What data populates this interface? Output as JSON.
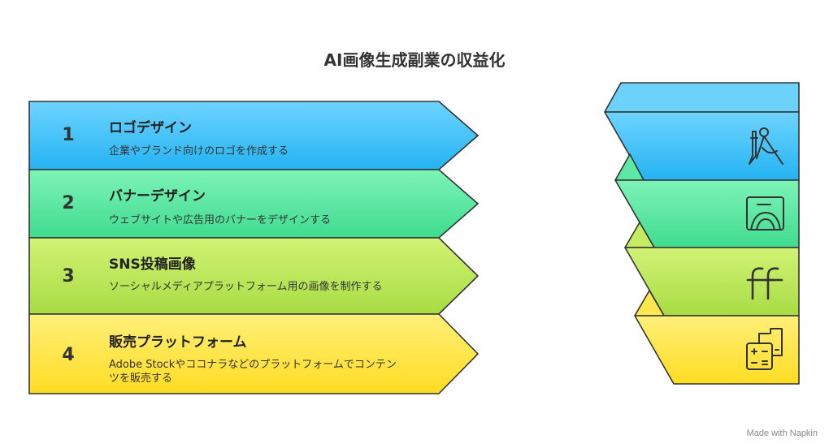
{
  "title": "AI画像生成副業の収益化",
  "items": [
    {
      "number": "1",
      "heading": "ロゴデザイン",
      "description": "企業やブランド向けのロゴを作成する",
      "color": "#33bbf5",
      "icon": "drafting-tools-icon"
    },
    {
      "number": "2",
      "heading": "バナーデザイン",
      "description": "ウェブサイトや広告用のバナーをデザインする",
      "color": "#4fe39b",
      "icon": "image-frame-icon"
    },
    {
      "number": "3",
      "heading": "SNS投稿画像",
      "description": "ソーシャルメディアプラットフォーム用の画像を制作する",
      "color": "#b7e651",
      "icon": "ligature-ff-icon"
    },
    {
      "number": "4",
      "heading": "販売プラットフォーム",
      "description": "Adobe Stockやココナラなどのプラットフォームでコンテンツを販売する",
      "color": "#ffe23a",
      "icon": "calculator-icon"
    }
  ],
  "watermark": "Made with Napkin"
}
